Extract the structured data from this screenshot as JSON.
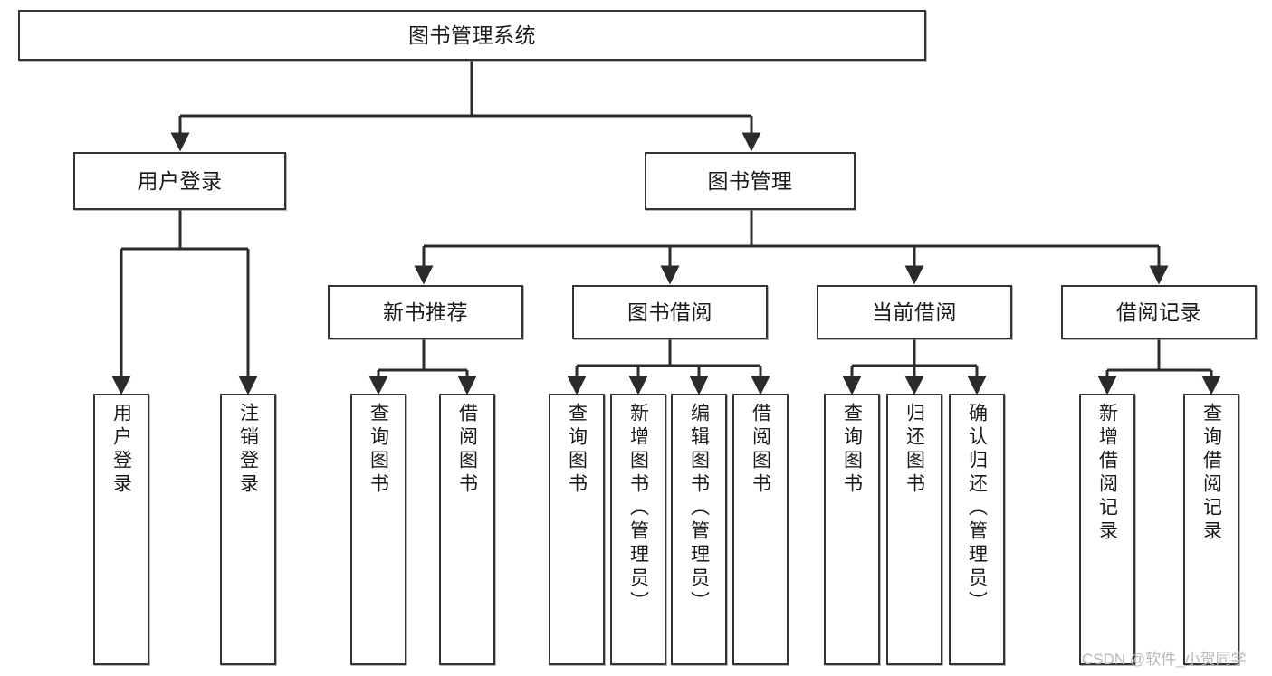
{
  "diagram": {
    "title": "图书管理系统",
    "type": "tree-hierarchy-chart",
    "orientation": "top-down",
    "watermark": "CSDN @软件_小贺同学",
    "colors": {
      "node_border": "#333333",
      "node_fill": "#ffffff",
      "edge": "#2b2b2b",
      "text": "#1a1a1a",
      "watermark": "#b8b8b8",
      "background": "#ffffff"
    },
    "nodes": {
      "root": {
        "label": "图书管理系统",
        "level": 1
      },
      "l2": [
        {
          "id": "user_login",
          "label": "用户登录",
          "level": 2
        },
        {
          "id": "book_manage",
          "label": "图书管理",
          "level": 2
        }
      ],
      "l3": [
        {
          "id": "new_book_rec",
          "label": "新书推荐",
          "level": 3,
          "parent": "book_manage"
        },
        {
          "id": "book_borrow",
          "label": "图书借阅",
          "level": 3,
          "parent": "book_manage"
        },
        {
          "id": "current_borrow",
          "label": "当前借阅",
          "level": 3,
          "parent": "book_manage"
        },
        {
          "id": "borrow_record",
          "label": "借阅记录",
          "level": 3,
          "parent": "book_manage"
        }
      ],
      "leaves": {
        "user_login": [
          {
            "id": "leaf_user_login",
            "label": "用户登录"
          },
          {
            "id": "leaf_logout",
            "label": "注销登录"
          }
        ],
        "new_book_rec": [
          {
            "id": "leaf_query_book_1",
            "label": "查询图书"
          },
          {
            "id": "leaf_borrow_book_1",
            "label": "借阅图书"
          }
        ],
        "book_borrow": [
          {
            "id": "leaf_query_book_2",
            "label": "查询图书"
          },
          {
            "id": "leaf_add_book",
            "label": "新增图书（管理员）"
          },
          {
            "id": "leaf_edit_book",
            "label": "编辑图书（管理员）"
          },
          {
            "id": "leaf_borrow_book_2",
            "label": "借阅图书"
          }
        ],
        "current_borrow": [
          {
            "id": "leaf_query_book_3",
            "label": "查询图书"
          },
          {
            "id": "leaf_return_book",
            "label": "归还图书"
          },
          {
            "id": "leaf_confirm_return",
            "label": "确认归还（管理员）"
          }
        ],
        "borrow_record": [
          {
            "id": "leaf_add_record",
            "label": "新增借阅记录"
          },
          {
            "id": "leaf_query_record",
            "label": "查询借阅记录"
          }
        ]
      }
    }
  }
}
